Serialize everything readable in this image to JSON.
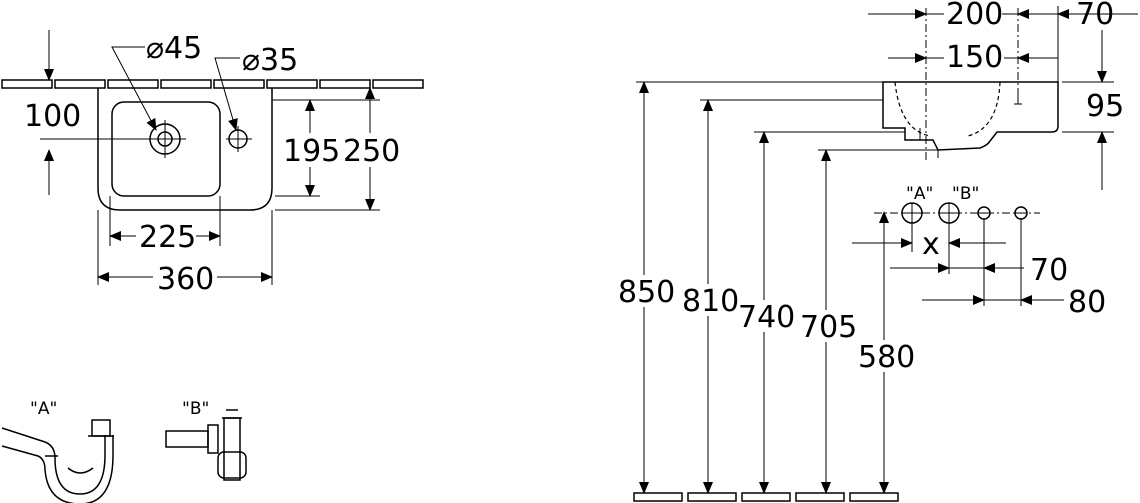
{
  "top_view": {
    "drain_diameter": "⌀45",
    "tap_hole_diameter": "⌀35",
    "setback": "100",
    "inner_depth": "195",
    "overall_depth": "250",
    "bowl_width": "225",
    "overall_width": "360"
  },
  "side_view": {
    "width_top": "200",
    "right_offset": "70",
    "drain_offset": "150",
    "basin_height": "95"
  },
  "heights": {
    "h850": "850",
    "h810": "810",
    "h740": "740",
    "h705": "705",
    "h580": "580"
  },
  "outlets": {
    "label_a": "\"A\"",
    "label_b": "\"B\"",
    "x_label": "x",
    "spacing_70": "70",
    "spacing_80": "80"
  },
  "traps": {
    "label_a": "\"A\"",
    "label_b": "\"B\""
  }
}
